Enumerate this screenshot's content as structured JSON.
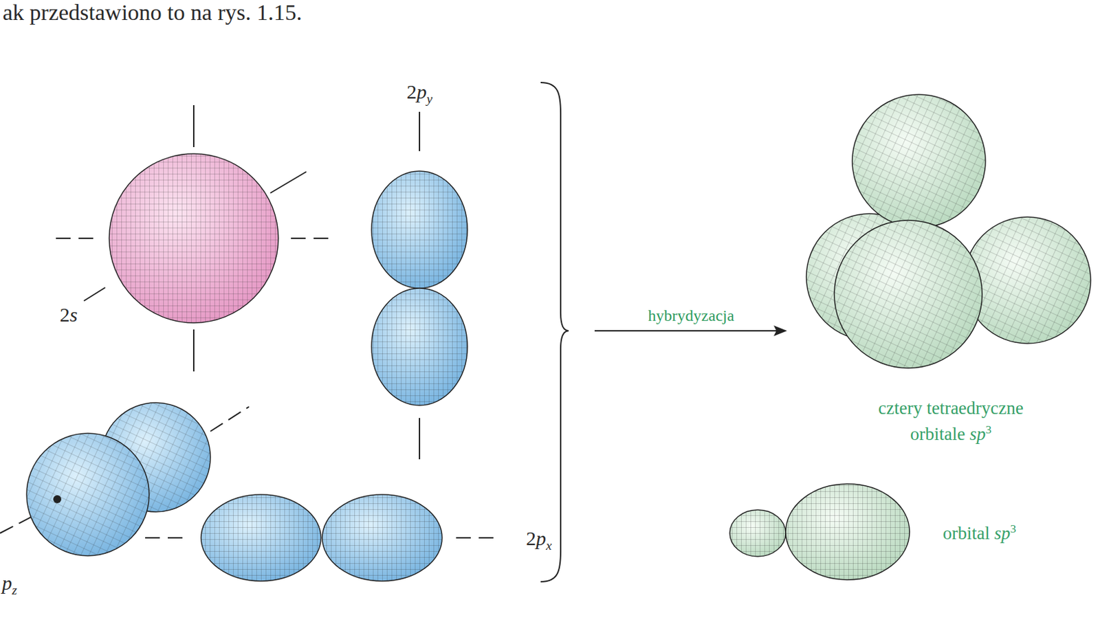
{
  "diagram": {
    "labels": [
      "ak przedstawiono to na rys. 1.15.",
      "2s",
      "2py",
      "pz",
      "2px",
      "hybrydyzacja",
      "cztery tetraedryczne orbitale sp3",
      "orbital sp3"
    ]
  }
}
